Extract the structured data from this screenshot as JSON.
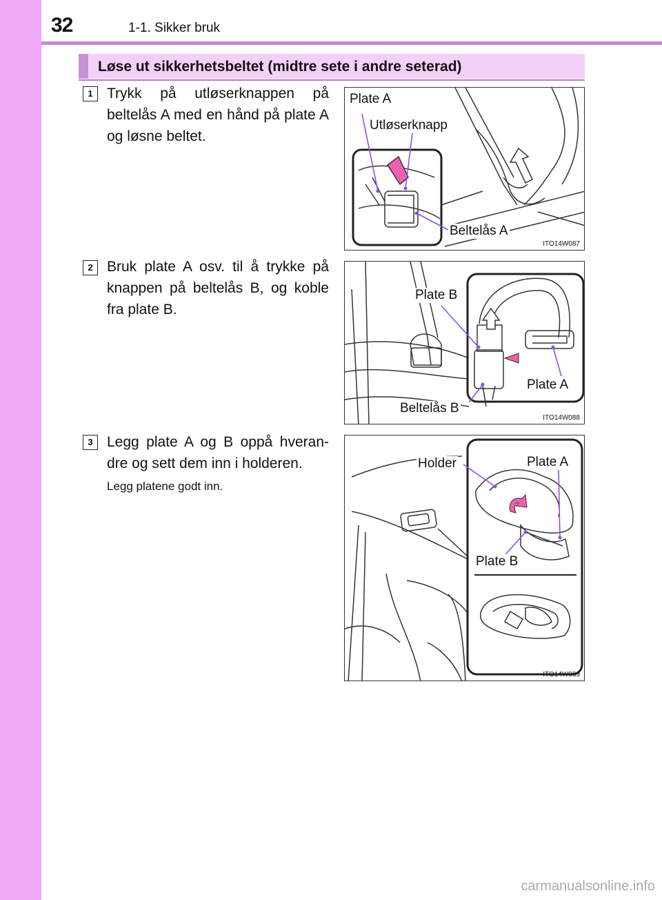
{
  "header": {
    "page_number": "32",
    "chapter": "1-1. Sikker bruk"
  },
  "section": {
    "title": "Løse ut sikkerhetsbeltet (midtre sete i andre seterad)"
  },
  "steps": [
    {
      "number": "1",
      "text": "Trykk på utløserknappen på beltelås A med en hånd på plate A og løsne beltet.",
      "note": ""
    },
    {
      "number": "2",
      "text": "Bruk plate A osv. til å trykke på knappen på beltelås B, og koble fra plate B.",
      "note": ""
    },
    {
      "number": "3",
      "text": "Legg plate A og B oppå hveran-dre og sett dem inn i holderen.",
      "note": "Legg platene godt inn."
    }
  ],
  "figures": [
    {
      "code": "ITO14W087",
      "labels": {
        "plate_a": "Plate A",
        "release_button": "Utløserknapp",
        "buckle_a": "Beltelås A"
      }
    },
    {
      "code": "ITO14W088",
      "labels": {
        "plate_b": "Plate B",
        "plate_a": "Plate A",
        "buckle_b": "Beltelås B"
      }
    },
    {
      "code": "ITO14W089",
      "labels": {
        "holder": "Holder",
        "plate_a": "Plate A",
        "plate_b": "Plate B"
      }
    }
  ],
  "footer": {
    "watermark": "carmanualsonline.info"
  },
  "colors": {
    "side_tab": "#eeaaf6",
    "accent": "#c48ad4",
    "banner": "#f3d0f8",
    "callout": "#8a4ef0"
  }
}
